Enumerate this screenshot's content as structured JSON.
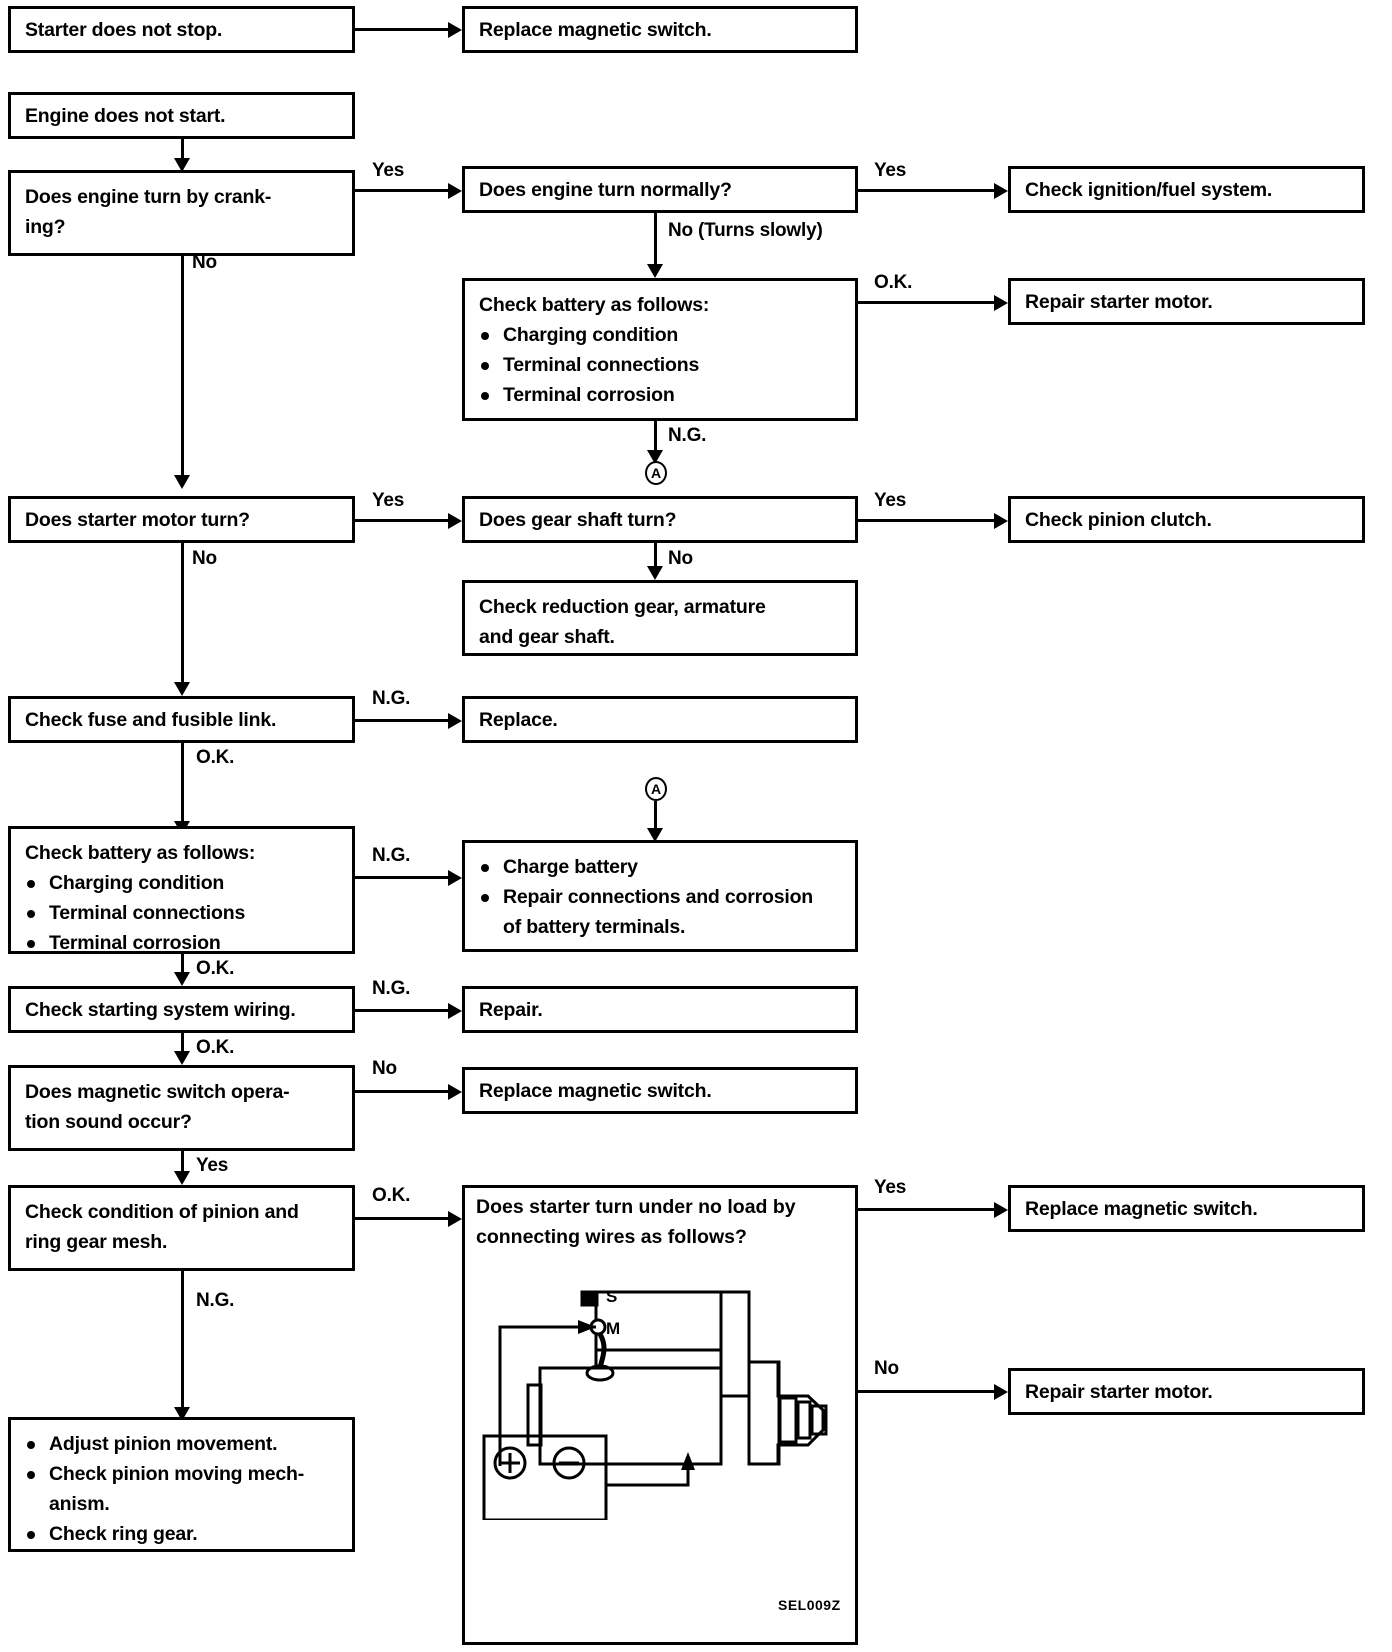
{
  "diagram": {
    "title": "Starting system troubleshooting flowchart",
    "figure_caption": "SEL009Z",
    "connector_symbol": "A",
    "boxes": {
      "starter_does_not_stop": "Starter does not stop.",
      "replace_magnetic_switch_1": "Replace magnetic switch.",
      "engine_does_not_start": "Engine does not start.",
      "does_engine_turn_by_cranking_l1": "Does engine turn by crank-",
      "does_engine_turn_by_cranking_l2": "ing?",
      "does_engine_turn_normally": "Does engine turn normally?",
      "check_ignition_fuel_system": "Check ignition/fuel system.",
      "check_battery_heading": "Check battery as follows:",
      "check_battery_item1": "Charging condition",
      "check_battery_item2": "Terminal connections",
      "check_battery_item3": "Terminal corrosion",
      "repair_starter_motor_1": "Repair starter motor.",
      "does_starter_motor_turn": "Does starter motor turn?",
      "does_gear_shaft_turn": "Does gear shaft turn?",
      "check_pinion_clutch": "Check pinion clutch.",
      "check_reduction_gear_l1": "Check reduction gear, armature",
      "check_reduction_gear_l2": "and gear shaft.",
      "check_fuse_and_fusible_link": "Check fuse and fusible link.",
      "replace": "Replace.",
      "check_battery2_heading": "Check battery as follows:",
      "check_battery2_item1": "Charging condition",
      "check_battery2_item2": "Terminal connections",
      "check_battery2_item3": "Terminal corrosion",
      "charge_battery_item1": "Charge battery",
      "charge_battery_item2": "Repair connections and corrosion",
      "charge_battery_item2b": "of battery terminals.",
      "check_starting_system_wiring": "Check starting system wiring.",
      "repair": "Repair.",
      "does_magnetic_switch_sound_l1": "Does magnetic switch opera-",
      "does_magnetic_switch_sound_l2": "tion sound occur?",
      "replace_magnetic_switch_2": "Replace magnetic switch.",
      "check_pinion_ring_gear_l1": "Check condition of pinion and",
      "check_pinion_ring_gear_l2": "ring gear mesh.",
      "adjust_pinion_item1": "Adjust pinion movement.",
      "adjust_pinion_item2": "Check pinion moving mech-",
      "adjust_pinion_item2b": "anism.",
      "adjust_pinion_item3": "Check ring gear.",
      "does_starter_turn_no_load_l1": "Does starter turn under no load by",
      "does_starter_turn_no_load_l2": "connecting wires as follows?",
      "replace_magnetic_switch_3": "Replace magnetic switch.",
      "repair_starter_motor_2": "Repair starter motor."
    },
    "edge_labels": {
      "yes_cranking": "Yes",
      "no_cranking": "No",
      "yes_turn_normally": "Yes",
      "no_turns_slowly": "No (Turns slowly)",
      "ok_battery": "O.K.",
      "ng_battery": "N.G.",
      "yes_starter_motor": "Yes",
      "no_starter_motor": "No",
      "yes_gear_shaft": "Yes",
      "no_gear_shaft": "No",
      "ng_fuse": "N.G.",
      "ok_fuse": "O.K.",
      "ng_battery2": "N.G.",
      "ok_battery2": "O.K.",
      "ng_wiring": "N.G.",
      "ok_wiring": "O.K.",
      "no_magnetic_sound": "No",
      "yes_magnetic_sound": "Yes",
      "ok_pinion": "O.K.",
      "ng_pinion": "N.G.",
      "yes_no_load": "Yes",
      "no_no_load": "No"
    },
    "figure": {
      "terminal_s": "S",
      "terminal_m": "M",
      "battery_positive": "+",
      "battery_negative": "−"
    }
  }
}
